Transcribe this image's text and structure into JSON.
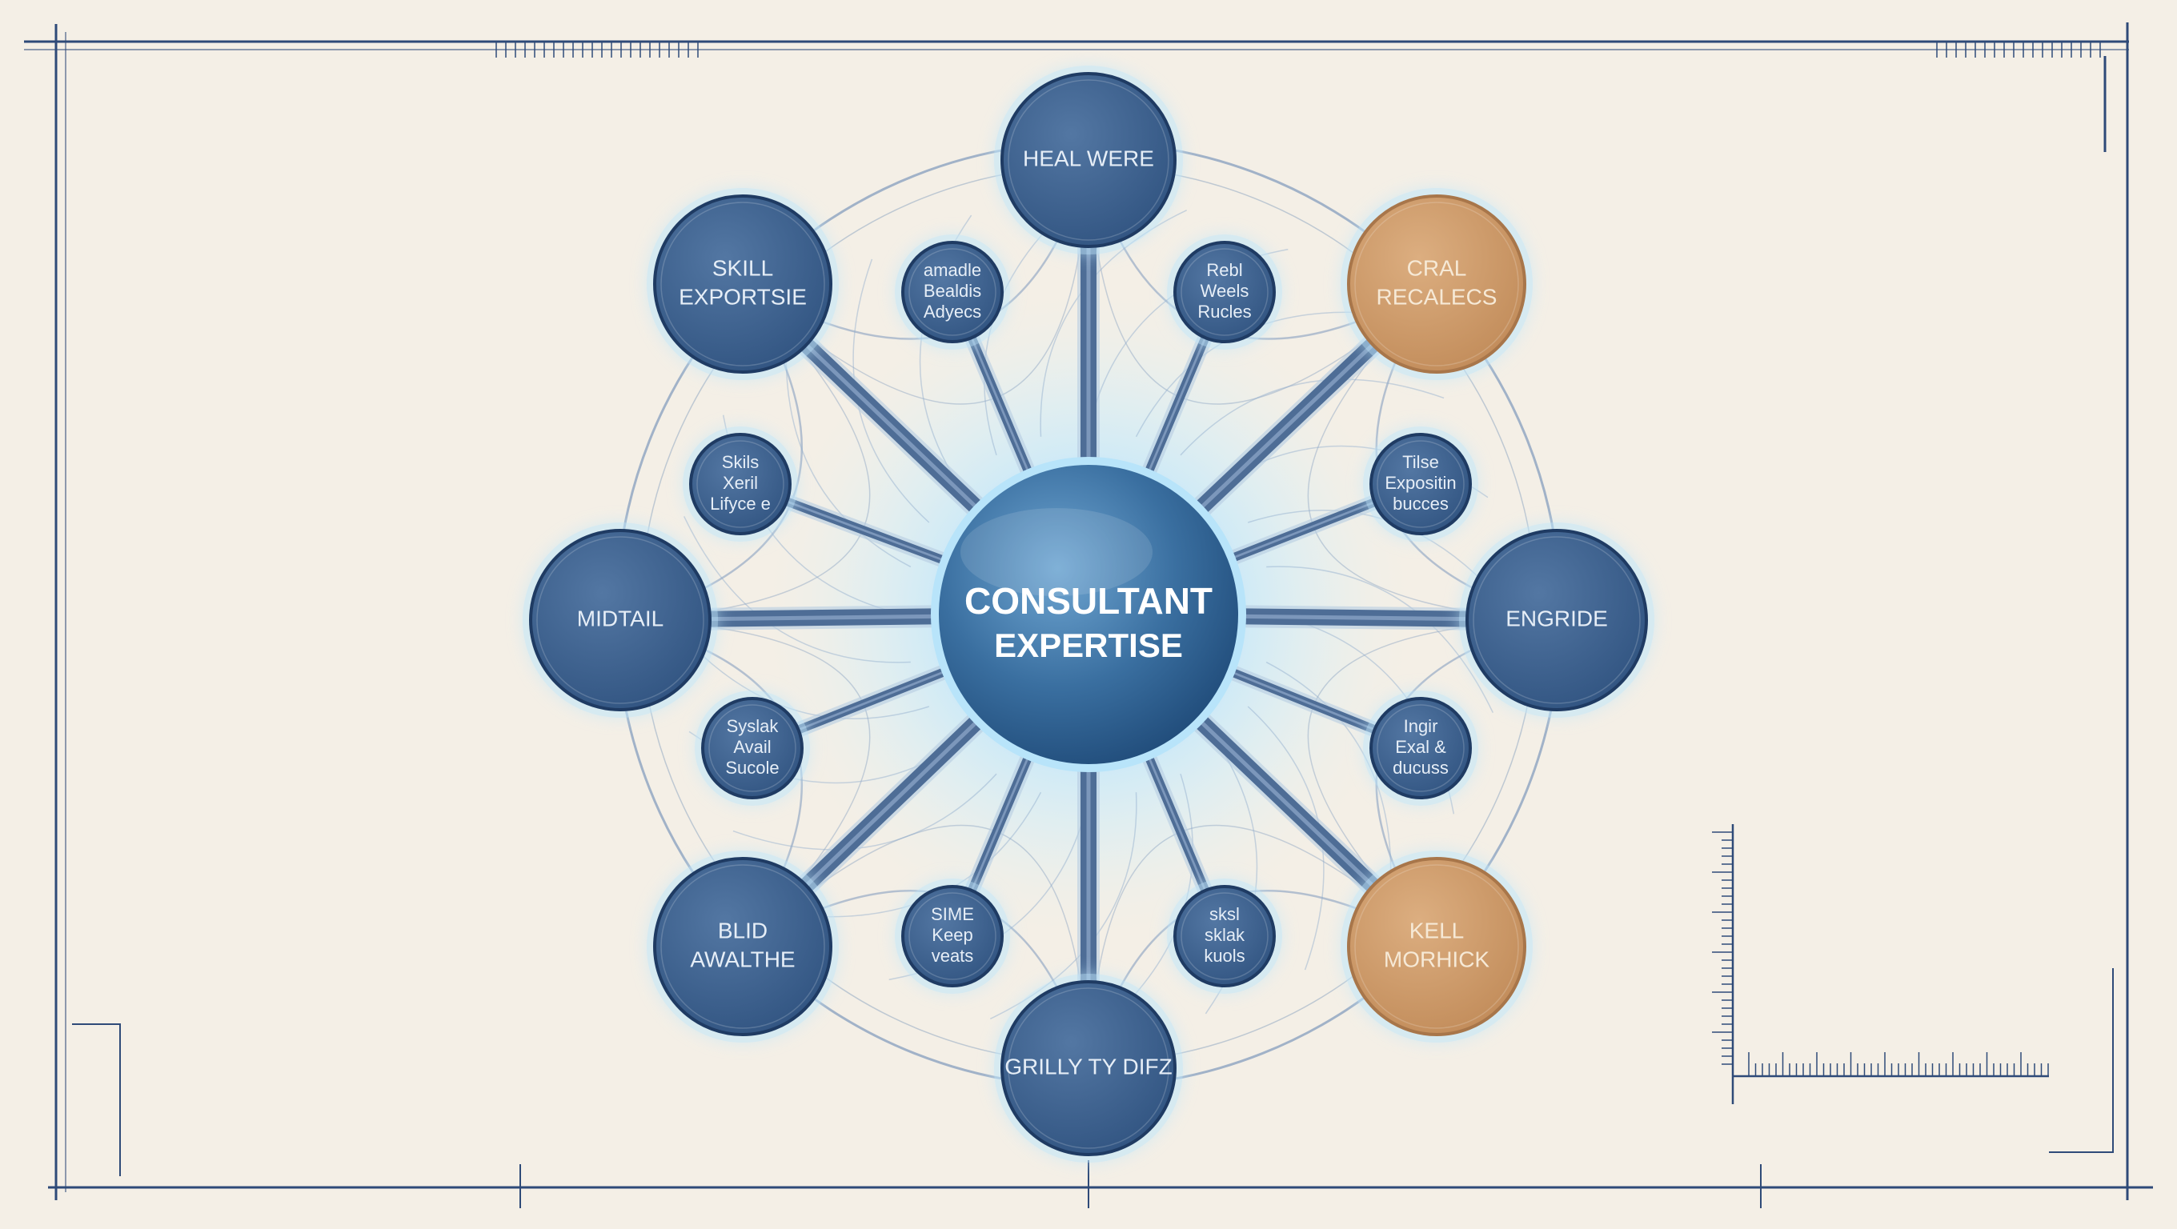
{
  "colors": {
    "paper": "#f4efe6",
    "frame": "#2e4a78",
    "node_blue": "#3f6290",
    "node_blue_dark": "#2c4a72",
    "node_tan": "#cf9a68",
    "node_tan_dark": "#a8764a",
    "spoke": "#4f6f98",
    "glow": "#8fd0f2",
    "center_fill": "#3d78a8",
    "center_text": "#ffffff",
    "label_text": "#e6eef7"
  },
  "center": {
    "line1": "CONSULTANT",
    "line2": "EXPERTISE"
  },
  "nodes": [
    {
      "id": "top",
      "lines": [
        "HEAL WERE"
      ],
      "color": "blue"
    },
    {
      "id": "top-left",
      "lines": [
        "SKILL",
        "EXPORTSIE"
      ],
      "color": "blue"
    },
    {
      "id": "top-right",
      "lines": [
        "CRAL",
        "RECALECS"
      ],
      "color": "tan"
    },
    {
      "id": "left",
      "lines": [
        "MIDTAIL"
      ],
      "color": "blue"
    },
    {
      "id": "right",
      "lines": [
        "ENGRIDE"
      ],
      "color": "blue"
    },
    {
      "id": "bottom-left",
      "lines": [
        "BLID",
        "AWALTHE"
      ],
      "color": "blue"
    },
    {
      "id": "bottom-right",
      "lines": [
        "KELL",
        "MORHICK"
      ],
      "color": "tan"
    },
    {
      "id": "bottom",
      "lines": [
        "GRILLY TY DIFZ"
      ],
      "color": "blue"
    },
    {
      "id": "inner-tl",
      "lines": [
        "amadle",
        "Bealdis",
        "Adyecs"
      ],
      "color": "blue"
    },
    {
      "id": "inner-tr",
      "lines": [
        "Rebl",
        "Weels",
        "Rucles"
      ],
      "color": "blue"
    },
    {
      "id": "inner-l-up",
      "lines": [
        "Skils",
        "Xeril",
        "Lifyce e"
      ],
      "color": "blue"
    },
    {
      "id": "inner-r-up",
      "lines": [
        "Tilse",
        "Expositin",
        "bucces"
      ],
      "color": "blue"
    },
    {
      "id": "inner-l-down",
      "lines": [
        "Syslak",
        "Avail",
        "Sucole"
      ],
      "color": "blue"
    },
    {
      "id": "inner-r-down",
      "lines": [
        "Ingir",
        "Exal &",
        "ducuss"
      ],
      "color": "blue"
    },
    {
      "id": "inner-bl",
      "lines": [
        "SIME",
        "Keep",
        "veats"
      ],
      "color": "blue"
    },
    {
      "id": "inner-br",
      "lines": [
        "sksl",
        "sklak",
        "kuols"
      ],
      "color": "blue"
    }
  ]
}
